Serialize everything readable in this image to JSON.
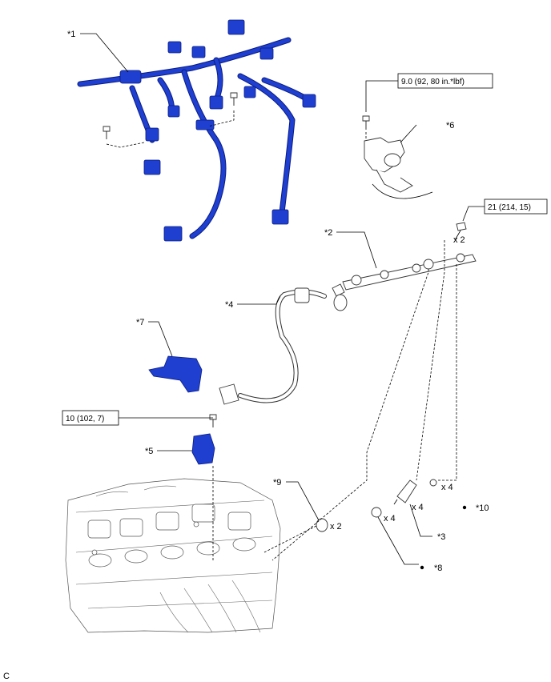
{
  "callouts": {
    "c1": "*1",
    "c2": "*2",
    "c3": "*3",
    "c4": "*4",
    "c5": "*5",
    "c6": "*6",
    "c7": "*7",
    "c8": "*8",
    "c9": "*9",
    "c10": "*10"
  },
  "torques": {
    "t6": "9.0 (92, 80 in.*lbf)",
    "t2": "21 (214, 15)",
    "t5": "10 (102, 7)"
  },
  "quantities": {
    "bolt2": "x 2",
    "spacer9": "x 2",
    "injector3": "x 4",
    "insulator8": "x 4",
    "oring10": "x 4"
  },
  "footer": {
    "code": "C"
  },
  "colors": {
    "highlight": "#1f3fd0",
    "line": "#000000"
  }
}
